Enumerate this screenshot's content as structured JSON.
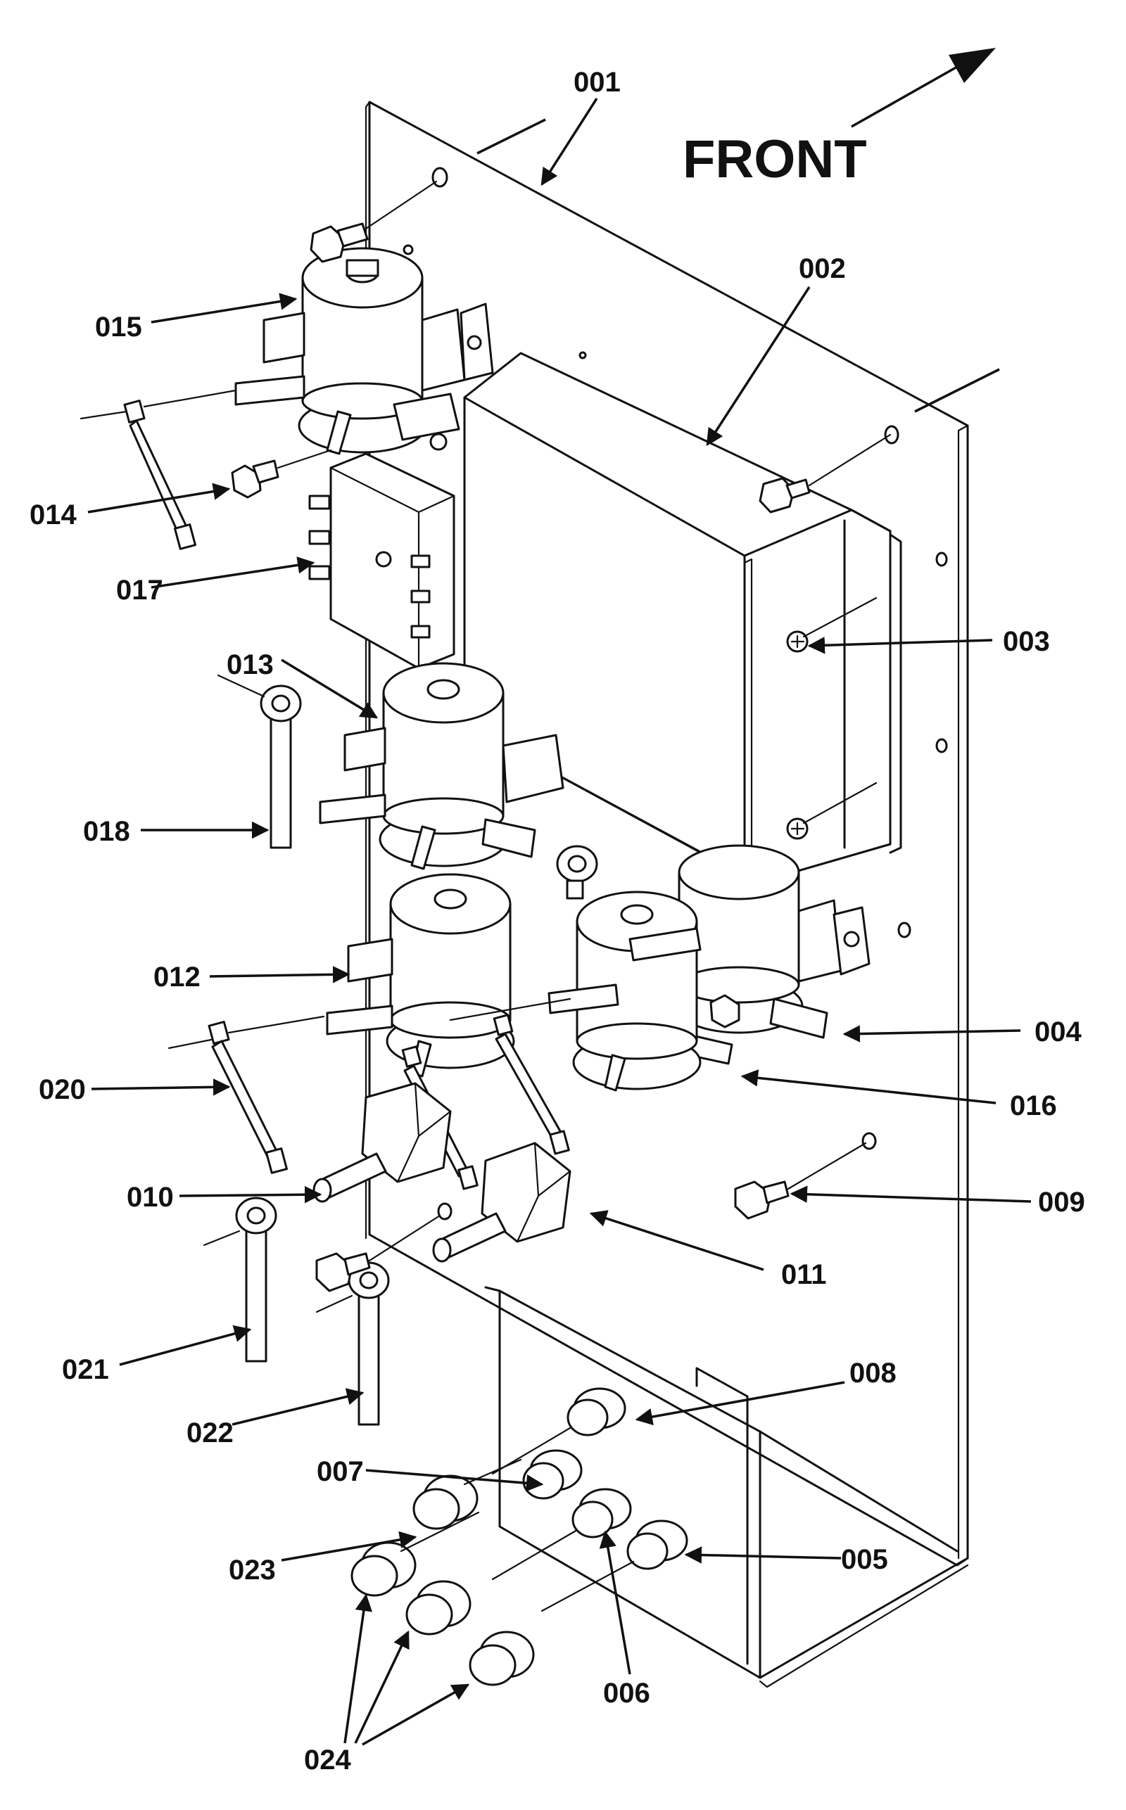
{
  "front_label": "FRONT",
  "callouts": {
    "c001": "001",
    "c002": "002",
    "c003": "003",
    "c004": "004",
    "c005": "005",
    "c006": "006",
    "c007": "007",
    "c008": "008",
    "c009": "009",
    "c010": "010",
    "c011": "011",
    "c012": "012",
    "c013": "013",
    "c014": "014",
    "c015": "015",
    "c016": "016",
    "c017": "017",
    "c018": "018",
    "c020": "020",
    "c021": "021",
    "c022": "022",
    "c023": "023",
    "c024": "024"
  }
}
